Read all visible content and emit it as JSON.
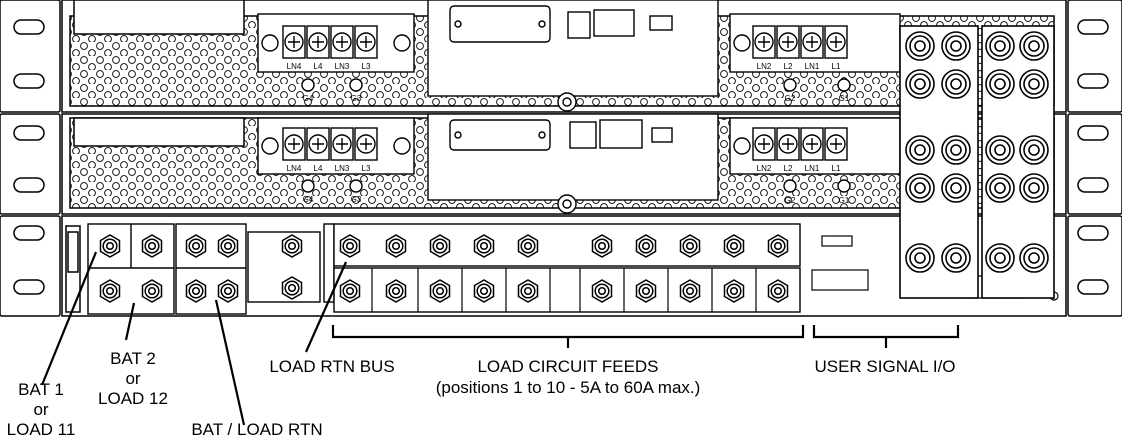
{
  "diagram": {
    "stroke_color": "#000000",
    "background_color": "#ffffff",
    "terminal_blocks": {
      "left_labels": [
        "LN4",
        "L4",
        "LN3",
        "L3"
      ],
      "right_labels": [
        "LN2",
        "L2",
        "LN1",
        "L1"
      ],
      "ground_left": [
        "G4",
        "G3"
      ],
      "ground_right": [
        "G2",
        "G1"
      ]
    },
    "callouts": {
      "bat1_lines": [
        "BAT 1",
        "or",
        "LOAD 11"
      ],
      "bat2_lines": [
        "BAT 2",
        "or",
        "LOAD 12"
      ],
      "bat_load_rtn": "BAT / LOAD RTN",
      "load_rtn_bus": "LOAD RTN BUS",
      "load_circuit_feeds": "LOAD CIRCUIT FEEDS",
      "load_circuit_feeds_sub": "(positions 1 to 10 - 5A to 60A max.)",
      "user_signal_io": "USER SIGNAL I/O"
    }
  }
}
